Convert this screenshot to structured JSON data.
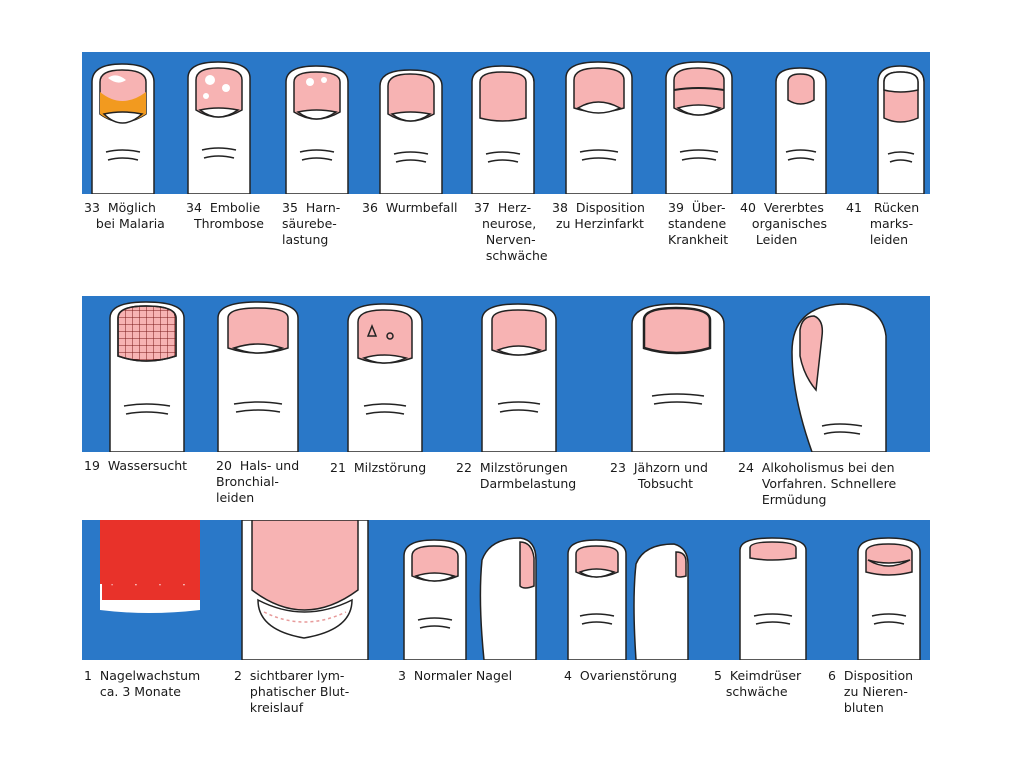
{
  "colors": {
    "band_blue": "#2a78c8",
    "nail_pink": "#f7b3b3",
    "finger_white": "#ffffff",
    "outline": "#222222",
    "nail_red": "#e8322a",
    "nail_orange": "#f29a1f"
  },
  "rows": [
    {
      "id": "row1",
      "labels": [
        {
          "text": "33  Möglich\n   bei Malaria"
        },
        {
          "text": "34  Embolie\n  Thrombose"
        },
        {
          "text": "35  Harn-\nsäurebe-\nlastung"
        },
        {
          "text": "36  Wurmbefall"
        },
        {
          "text": "37  Herz-\n  neurose,\n   Nerven-\n   schwäche"
        },
        {
          "text": "38  Disposition\n zu Herzinfarkt"
        },
        {
          "text": "39  Über-\nstandene\nKrankheit"
        },
        {
          "text": "40  Vererbtes\n   organisches\n    Leiden"
        },
        {
          "text": "41   Rücken\n      marks-\n      leiden"
        }
      ]
    },
    {
      "id": "row2",
      "labels": [
        {
          "text": "19  Wassersucht"
        },
        {
          "text": "20  Hals- und\nBronchial-\nleiden"
        },
        {
          "text": "21  Milzstörung"
        },
        {
          "text": "22  Milzstörungen\n      Darmbelastung"
        },
        {
          "text": "23  Jähzorn und\n       Tobsucht"
        },
        {
          "text": "24  Alkoholismus bei den\n      Vorfahren. Schnellere\n      Ermüdung"
        }
      ]
    },
    {
      "id": "row3",
      "labels": [
        {
          "text": "1  Nagelwachstum\n    ca. 3 Monate"
        },
        {
          "text": "2  sichtbarer lym-\n    phatischer Blut-\n    kreislauf"
        },
        {
          "text": "3  Normaler Nagel"
        },
        {
          "text": "4  Ovarienstörung"
        },
        {
          "text": "5  Keimdrüser\n   schwäche"
        },
        {
          "text": "6  Disposition\n    zu Nieren-\n    bluten"
        }
      ]
    }
  ]
}
